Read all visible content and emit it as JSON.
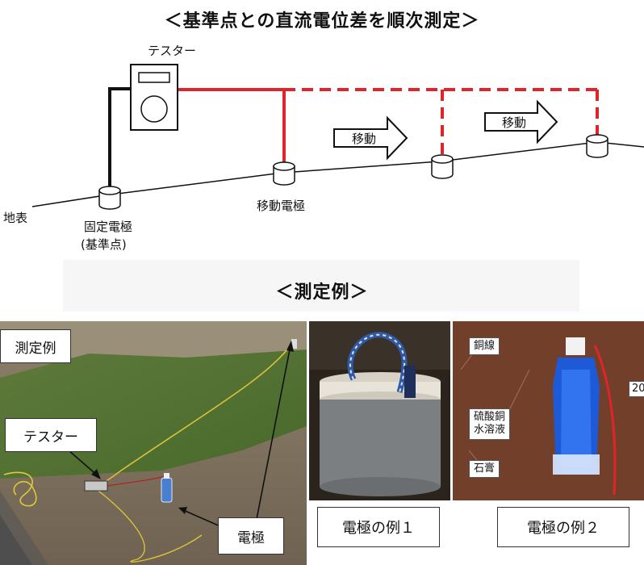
{
  "diagram": {
    "title": "＜基準点との直流電位差を順次測定＞",
    "tester_label": "テスター",
    "move_arrow_1": "移動",
    "move_arrow_2": "移動",
    "ground_label": "地表",
    "fixed_electrode_label": "固定電極",
    "fixed_electrode_sub": "(基準点)",
    "moving_electrode_label": "移動電極"
  },
  "examples": {
    "title": "＜測定例＞",
    "photo1": {
      "tag": "測定例",
      "tester_callout": "テスター",
      "electrode_callout": "電極"
    },
    "photo3": {
      "wire_label": "銅線",
      "solution_label_1": "硫酸銅",
      "solution_label_2": "水溶液",
      "plaster_label": "石膏",
      "edge_number": "20"
    },
    "caption1": "電極の例１",
    "caption2": "電極の例２"
  },
  "colors": {
    "wire_red": "#e0242c",
    "wire_black": "#111111"
  }
}
